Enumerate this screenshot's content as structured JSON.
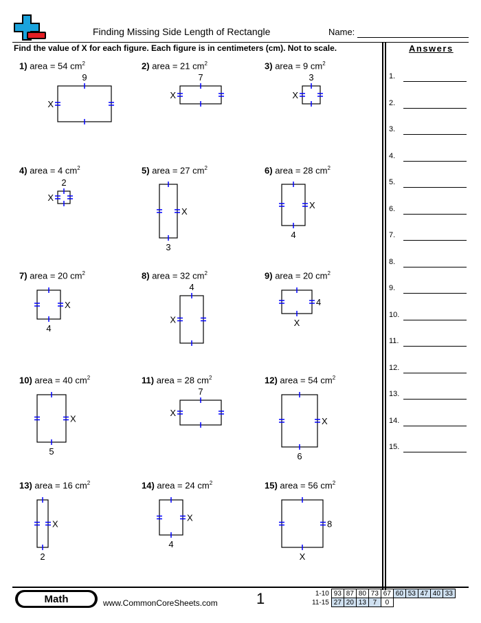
{
  "header": {
    "title": "Finding Missing Side Length of Rectangle",
    "name_label": "Name:",
    "instructions": "Find the value of X for each figure. Each figure is in centimeters (cm). Not to scale."
  },
  "answers": {
    "title": "Answers",
    "numbers": [
      "1.",
      "2.",
      "3.",
      "4.",
      "5.",
      "6.",
      "7.",
      "8.",
      "9.",
      "10.",
      "11.",
      "12.",
      "13.",
      "14.",
      "15."
    ]
  },
  "area_prefix": "area = ",
  "area_unit": "cm",
  "area_exp": "2",
  "problems": [
    {
      "num": "1)",
      "area": "54",
      "top": "9",
      "left": "X"
    },
    {
      "num": "2)",
      "area": "21",
      "top": "7",
      "left": "X"
    },
    {
      "num": "3)",
      "area": "9",
      "top": "3",
      "left": "X"
    },
    {
      "num": "4)",
      "area": "4",
      "top": "2",
      "left": "X"
    },
    {
      "num": "5)",
      "area": "27",
      "right": "X",
      "bottom": "3"
    },
    {
      "num": "6)",
      "area": "28",
      "right": "X",
      "bottom": "4"
    },
    {
      "num": "7)",
      "area": "20",
      "right": "X",
      "bottom": "4"
    },
    {
      "num": "8)",
      "area": "32",
      "top": "4",
      "left": "X"
    },
    {
      "num": "9)",
      "area": "20",
      "right": "4",
      "bottom": "X"
    },
    {
      "num": "10)",
      "area": "40",
      "right": "X",
      "bottom": "5"
    },
    {
      "num": "11)",
      "area": "28",
      "top": "7",
      "left": "X"
    },
    {
      "num": "12)",
      "area": "54",
      "right": "X",
      "bottom": "6"
    },
    {
      "num": "13)",
      "area": "16",
      "right": "X",
      "bottom": "2"
    },
    {
      "num": "14)",
      "area": "24",
      "right": "X",
      "bottom": "4"
    },
    {
      "num": "15)",
      "area": "56",
      "right": "8",
      "bottom": "X"
    }
  ],
  "footer": {
    "subject": "Math",
    "website": "www.CommonCoreSheets.com",
    "page": "1",
    "score_rows": [
      {
        "label": "1-10",
        "cells": [
          "93",
          "87",
          "80",
          "73",
          "67",
          "60",
          "53",
          "47",
          "40",
          "33"
        ]
      },
      {
        "label": "11-15",
        "cells": [
          "27",
          "20",
          "13",
          "7",
          "0"
        ]
      }
    ]
  },
  "colors": {
    "tick": "#0000ff",
    "logo_blue": "#1aa3dc",
    "logo_red": "#e31e24",
    "score_fill": "#cfe0f0"
  }
}
